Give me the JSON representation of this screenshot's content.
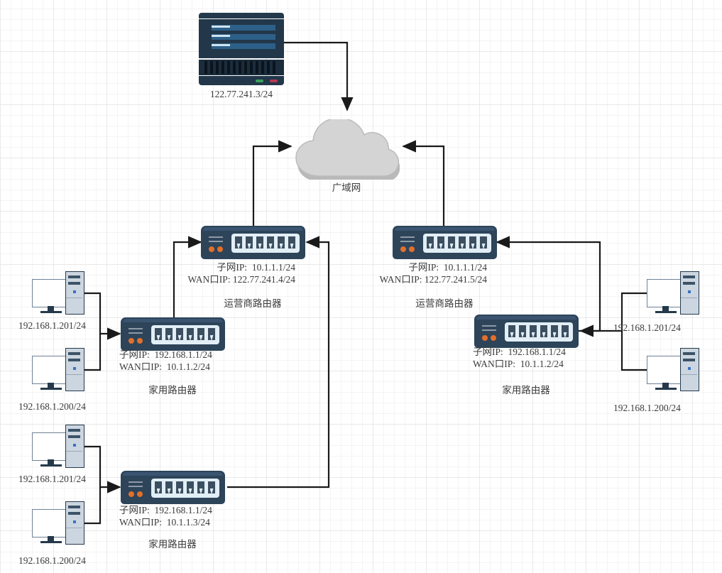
{
  "diagram": {
    "title": "network-topology",
    "colors": {
      "device_body": "#2d4459",
      "port_panel": "#e2eef6",
      "led_orange": "#e2702a",
      "cloud_fill": "#d4d4d4",
      "wire": "#1a1a1a",
      "grid_minor": "#f4f4f4",
      "grid_major": "#e9e9e9"
    }
  },
  "nodes": {
    "server": {
      "icon": "server-icon",
      "label": "122.77.241.3/24"
    },
    "cloud": {
      "icon": "cloud-icon",
      "label": "广域网"
    },
    "isp_router_left": {
      "icon": "switch-icon",
      "subnet_ip": "子网IP:  10.1.1.1/24",
      "wan_ip": "WAN口IP: 122.77.241.4/24",
      "name": "运营商路由器"
    },
    "isp_router_right": {
      "icon": "switch-icon",
      "subnet_ip": "子网IP:  10.1.1.1/24",
      "wan_ip": "WAN口IP: 122.77.241.5/24",
      "name": "运营商路由器"
    },
    "home_router_left": {
      "icon": "switch-icon",
      "subnet_ip": "子网IP:  192.168.1.1/24",
      "wan_ip": "WAN口IP:  10.1.1.2/24",
      "name": "家用路由器"
    },
    "home_router_bottom": {
      "icon": "switch-icon",
      "subnet_ip": "子网IP:  192.168.1.1/24",
      "wan_ip": "WAN口IP:  10.1.1.3/24",
      "name": "家用路由器"
    },
    "home_router_right": {
      "icon": "switch-icon",
      "subnet_ip": "子网IP:  192.168.1.1/24",
      "wan_ip": "WAN口IP:  10.1.1.2/24",
      "name": "家用路由器"
    },
    "pc_left_top": {
      "icon": "desktop-pc-icon",
      "label": "192.168.1.201/24"
    },
    "pc_left_bottom": {
      "icon": "desktop-pc-icon",
      "label": "192.168.1.200/24"
    },
    "pc_lower_top": {
      "icon": "desktop-pc-icon",
      "label": "192.168.1.201/24"
    },
    "pc_lower_bottom": {
      "icon": "desktop-pc-icon",
      "label": "192.168.1.200/24"
    },
    "pc_right_top": {
      "icon": "desktop-pc-icon",
      "label": "192.168.1.201/24"
    },
    "pc_right_bottom": {
      "icon": "desktop-pc-icon",
      "label": "192.168.1.200/24"
    }
  }
}
